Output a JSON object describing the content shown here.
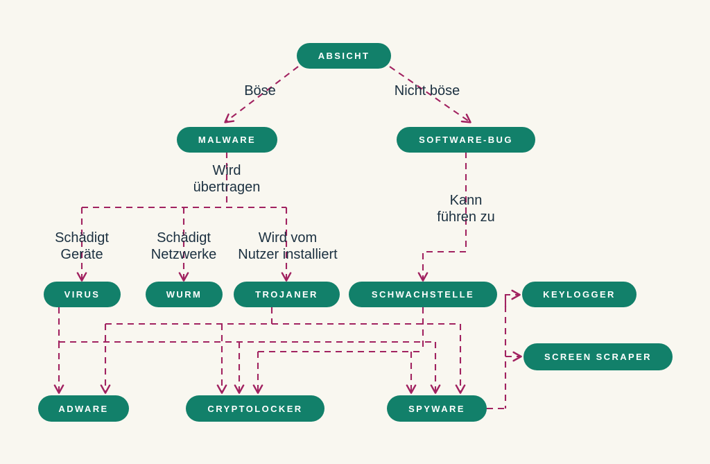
{
  "diagram": {
    "title": "Malware-Taxonomie",
    "background_color": "#f9f7f0",
    "node_color": "#12806a",
    "node_text_color": "#ffffff",
    "edge_color": "#a12260",
    "label_text_color": "#1b3040",
    "edge_style": "dashed"
  },
  "nodes": {
    "absicht": "ABSICHT",
    "malware": "MALWARE",
    "software_bug": "SOFTWARE-BUG",
    "virus": "VIRUS",
    "wurm": "WURM",
    "trojaner": "TROJANER",
    "schwachstelle": "SCHWACHSTELLE",
    "keylogger": "KEYLOGGER",
    "screen_scraper": "SCREEN SCRAPER",
    "adware": "ADWARE",
    "cryptolocker": "CRYPTOLOCKER",
    "spyware": "SPYWARE"
  },
  "edge_labels": {
    "boese": "Böse",
    "nicht_boese": "Nicht böse",
    "wird_uebertragen": "Wird\nübertragen",
    "schaedigt_geraete": "Schädigt\nGeräte",
    "schaedigt_netzwerke": "Schädigt\nNetzwerke",
    "wird_vom_nutzer_installiert": "Wird vom\nNutzer installiert",
    "kann_fuehren_zu": "Kann\nführen zu"
  },
  "chart_data": {
    "type": "diagram",
    "title": "Malware-Taxonomie",
    "nodes": [
      {
        "id": "absicht",
        "label": "ABSICHT",
        "level": 0
      },
      {
        "id": "malware",
        "label": "MALWARE",
        "level": 1
      },
      {
        "id": "software_bug",
        "label": "SOFTWARE-BUG",
        "level": 1
      },
      {
        "id": "virus",
        "label": "VIRUS",
        "level": 2
      },
      {
        "id": "wurm",
        "label": "WURM",
        "level": 2
      },
      {
        "id": "trojaner",
        "label": "TROJANER",
        "level": 2
      },
      {
        "id": "schwachstelle",
        "label": "SCHWACHSTELLE",
        "level": 2
      },
      {
        "id": "keylogger",
        "label": "KEYLOGGER",
        "level": 2
      },
      {
        "id": "screen_scraper",
        "label": "SCREEN SCRAPER",
        "level": 3
      },
      {
        "id": "adware",
        "label": "ADWARE",
        "level": 3
      },
      {
        "id": "cryptolocker",
        "label": "CRYPTOLOCKER",
        "level": 3
      },
      {
        "id": "spyware",
        "label": "SPYWARE",
        "level": 3
      }
    ],
    "edges": [
      {
        "from": "absicht",
        "to": "malware",
        "label": "Böse"
      },
      {
        "from": "absicht",
        "to": "software_bug",
        "label": "Nicht böse"
      },
      {
        "from": "malware",
        "to": "virus",
        "label": "Schädigt Geräte"
      },
      {
        "from": "malware",
        "to": "wurm",
        "label": "Schädigt Netzwerke"
      },
      {
        "from": "malware",
        "to": "trojaner",
        "label": "Wird vom Nutzer installiert"
      },
      {
        "from": "software_bug",
        "to": "schwachstelle",
        "label": "Kann führen zu"
      },
      {
        "from": "virus",
        "to": "adware",
        "label": ""
      },
      {
        "from": "virus",
        "to": "cryptolocker",
        "label": ""
      },
      {
        "from": "virus",
        "to": "spyware",
        "label": ""
      },
      {
        "from": "trojaner",
        "to": "adware",
        "label": ""
      },
      {
        "from": "trojaner",
        "to": "cryptolocker",
        "label": ""
      },
      {
        "from": "trojaner",
        "to": "spyware",
        "label": ""
      },
      {
        "from": "schwachstelle",
        "to": "cryptolocker",
        "label": ""
      },
      {
        "from": "schwachstelle",
        "to": "spyware",
        "label": ""
      },
      {
        "from": "schwachstelle",
        "to": "keylogger",
        "label": ""
      },
      {
        "from": "spyware",
        "to": "screen_scraper",
        "label": ""
      }
    ]
  }
}
